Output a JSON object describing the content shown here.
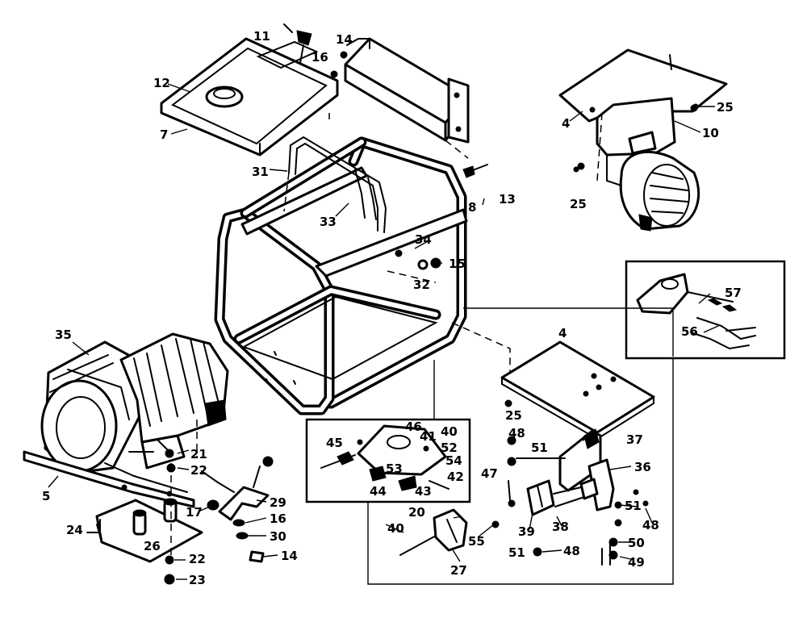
{
  "diagram": {
    "kind": "exploded parts view",
    "ink_color": "#000000",
    "paper_color": "#ffffff",
    "callouts": [
      {
        "id": "c11",
        "label": "11"
      },
      {
        "id": "c12",
        "label": "12"
      },
      {
        "id": "c7",
        "label": "7"
      },
      {
        "id": "c14a",
        "label": "14"
      },
      {
        "id": "c16a",
        "label": "16"
      },
      {
        "id": "c31",
        "label": "31"
      },
      {
        "id": "c33",
        "label": "33"
      },
      {
        "id": "c13",
        "label": "13"
      },
      {
        "id": "c8",
        "label": "8"
      },
      {
        "id": "c34",
        "label": "34"
      },
      {
        "id": "c15",
        "label": "15"
      },
      {
        "id": "c32",
        "label": "32"
      },
      {
        "id": "c4a",
        "label": "4"
      },
      {
        "id": "c25a",
        "label": "25"
      },
      {
        "id": "c10",
        "label": "10"
      },
      {
        "id": "c25b",
        "label": "25"
      },
      {
        "id": "c57",
        "label": "57"
      },
      {
        "id": "c56",
        "label": "56"
      },
      {
        "id": "c35",
        "label": "35"
      },
      {
        "id": "c4b",
        "label": "4"
      },
      {
        "id": "c25c",
        "label": "25"
      },
      {
        "id": "c46",
        "label": "46"
      },
      {
        "id": "c41",
        "label": "41"
      },
      {
        "id": "c40a",
        "label": "40"
      },
      {
        "id": "c45",
        "label": "45"
      },
      {
        "id": "c52",
        "label": "52"
      },
      {
        "id": "c54",
        "label": "54"
      },
      {
        "id": "c53",
        "label": "53"
      },
      {
        "id": "c42",
        "label": "42"
      },
      {
        "id": "c44",
        "label": "44"
      },
      {
        "id": "c43",
        "label": "43"
      },
      {
        "id": "c48a",
        "label": "48"
      },
      {
        "id": "c51a",
        "label": "51"
      },
      {
        "id": "c37",
        "label": "37"
      },
      {
        "id": "c36",
        "label": "36"
      },
      {
        "id": "c47",
        "label": "47"
      },
      {
        "id": "c21",
        "label": "21"
      },
      {
        "id": "c22a",
        "label": "22"
      },
      {
        "id": "c5",
        "label": "5"
      },
      {
        "id": "c29",
        "label": "29"
      },
      {
        "id": "c17",
        "label": "17"
      },
      {
        "id": "c16b",
        "label": "16"
      },
      {
        "id": "c30",
        "label": "30"
      },
      {
        "id": "c24",
        "label": "24"
      },
      {
        "id": "c26",
        "label": "26"
      },
      {
        "id": "c14b",
        "label": "14"
      },
      {
        "id": "c22b",
        "label": "22"
      },
      {
        "id": "c23",
        "label": "23"
      },
      {
        "id": "c20",
        "label": "20"
      },
      {
        "id": "c40b",
        "label": "40"
      },
      {
        "id": "c55",
        "label": "55"
      },
      {
        "id": "c27",
        "label": "27"
      },
      {
        "id": "c39",
        "label": "39"
      },
      {
        "id": "c38",
        "label": "38"
      },
      {
        "id": "c51b",
        "label": "51"
      },
      {
        "id": "c48b",
        "label": "48"
      },
      {
        "id": "c50",
        "label": "50"
      },
      {
        "id": "c51c",
        "label": "51"
      },
      {
        "id": "c48c",
        "label": "48"
      },
      {
        "id": "c49",
        "label": "49"
      }
    ]
  }
}
